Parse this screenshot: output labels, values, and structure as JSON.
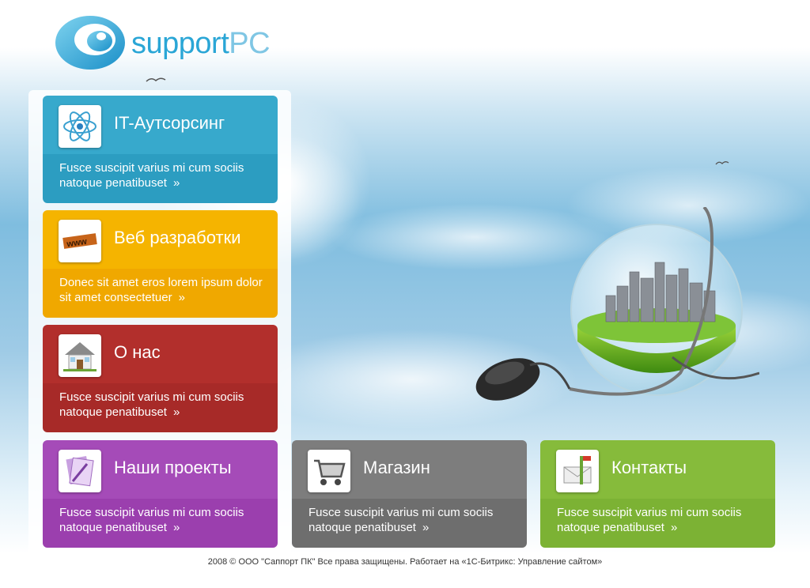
{
  "logo": {
    "brand_a": "support",
    "brand_b": "PC"
  },
  "tiles": [
    {
      "title": "IT-Аутсорсинг",
      "desc": "Fusce suscipit varius mi cum sociis natoque penatibuset",
      "more": "»",
      "icon": "atom-icon"
    },
    {
      "title": "Веб разработки",
      "desc": "Donec sit amet eros lorem ipsum dolor sit amet consectetuer",
      "more": "»",
      "icon": "www-icon"
    },
    {
      "title": "О нас",
      "desc": "Fusce suscipit varius mi cum sociis natoque penatibuset",
      "more": "»",
      "icon": "house-icon"
    },
    {
      "title": "Наши проекты",
      "desc": "Fusce suscipit varius mi cum sociis natoque penatibuset",
      "more": "»",
      "icon": "documents-icon"
    },
    {
      "title": "Магазин",
      "desc": "Fusce suscipit varius mi cum sociis natoque penatibuset",
      "more": "»",
      "icon": "shopping-cart-icon"
    },
    {
      "title": "Контакты",
      "desc": "Fusce suscipit varius mi cum sociis natoque penatibuset",
      "more": "»",
      "icon": "mailbox-icon"
    }
  ],
  "footer": {
    "text": "2008 © ООО \"Саппорт ПК\" Все права защищены. Работает на «1С-Битрикс: Управление сайтом»"
  },
  "colors": {
    "blue": "#37a9cc",
    "yellow": "#f5b400",
    "red": "#b22f2c",
    "purple": "#a54bb8",
    "gray": "#7d7d7d",
    "green": "#86bb3b"
  }
}
